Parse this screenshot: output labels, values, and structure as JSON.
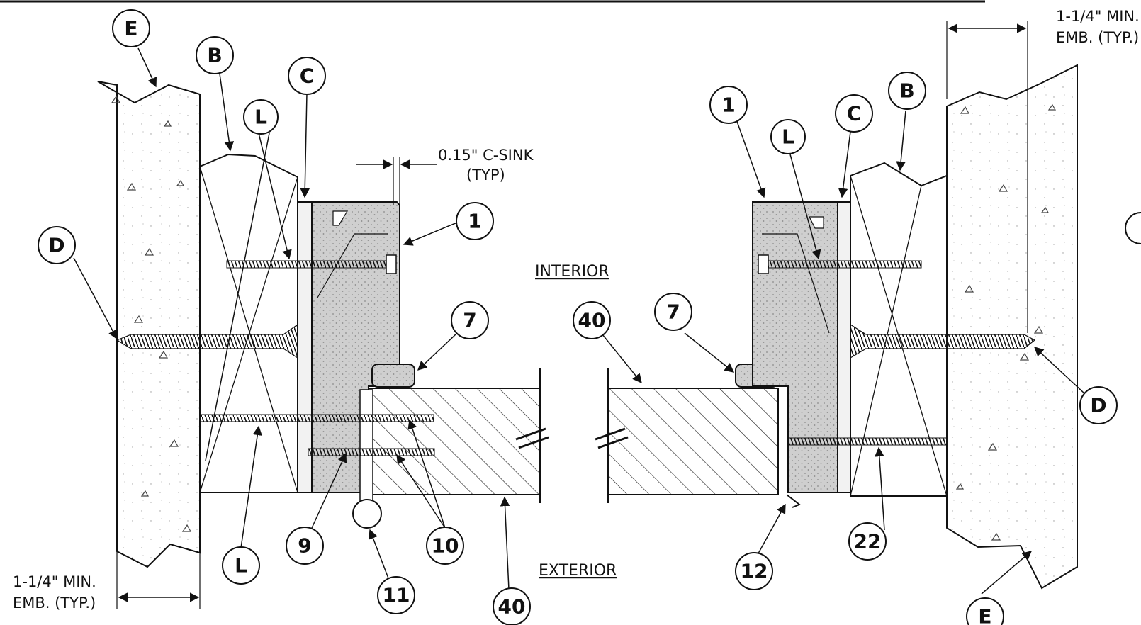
{
  "notes": {
    "csink_line1": "0.15\" C-SINK",
    "csink_line2": "(TYP)",
    "emb_left_line1": "1-1/4\" MIN.",
    "emb_left_line2": "EMB. (TYP.)",
    "emb_right_line1": "1-1/4\" MIN.",
    "emb_right_line2": "EMB. (TYP.)",
    "interior": "INTERIOR",
    "exterior": "EXTERIOR"
  },
  "callouts": {
    "left_E": "E",
    "left_B": "B",
    "left_C": "C",
    "left_L_top": "L",
    "left_D": "D",
    "left_1": "1",
    "left_7": "7",
    "left_L_lower": "L",
    "left_9": "9",
    "left_10": "10",
    "left_11": "11",
    "left_40": "40",
    "right_1": "1",
    "right_L": "L",
    "right_C": "C",
    "right_B": "B",
    "right_40": "40",
    "right_7": "7",
    "right_D": "D",
    "right_22": "22",
    "right_12": "12",
    "right_E": "E"
  },
  "colors": {
    "line": "#111111",
    "frame_fill": "#c9c9c9",
    "concrete_fill": "#fafafa"
  }
}
